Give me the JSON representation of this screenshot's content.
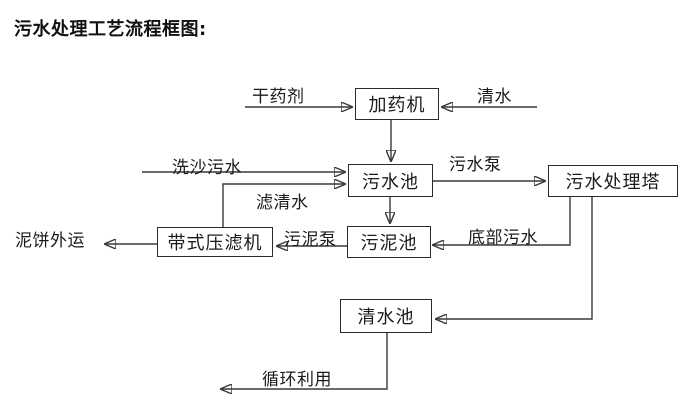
{
  "title": "污水处理工艺流程框图:",
  "nodes": {
    "dosing_machine": "加药机",
    "sewage_pool": "污水池",
    "treatment_tower": "污水处理塔",
    "sludge_pool": "污泥池",
    "belt_filter_press": "带式压滤机",
    "clean_water_pool": "清水池"
  },
  "labels": {
    "dry_agent": "干药剂",
    "clean_water": "清水",
    "sand_washing_sewage": "洗沙污水",
    "sewage_pump": "污水泵",
    "filtered_water": "滤清水",
    "mud_cake_out": "泥饼外运",
    "sludge_pump": "污泥泵",
    "bottom_sewage": "底部污水",
    "recycling": "循环利用"
  }
}
